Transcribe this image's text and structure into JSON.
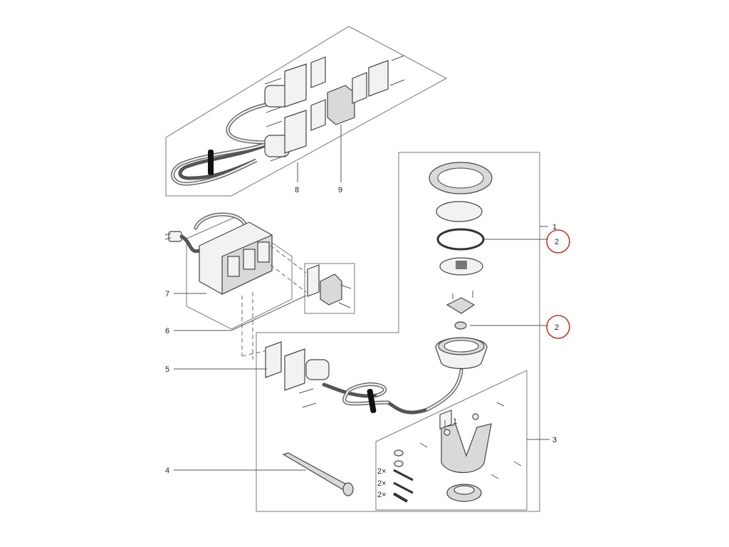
{
  "diagram": {
    "labels": {
      "l1": "1",
      "l1b": "1",
      "l2a": "2",
      "l2b": "2",
      "l3": "3",
      "l4": "4",
      "l5": "5",
      "l6": "6",
      "l7": "7",
      "l8": "8",
      "l9": "9"
    },
    "quantities": {
      "q1": "2×",
      "q2": "2×",
      "q3": "2×"
    },
    "colors": {
      "highlight": "#c0392b",
      "line": "#555555"
    }
  }
}
